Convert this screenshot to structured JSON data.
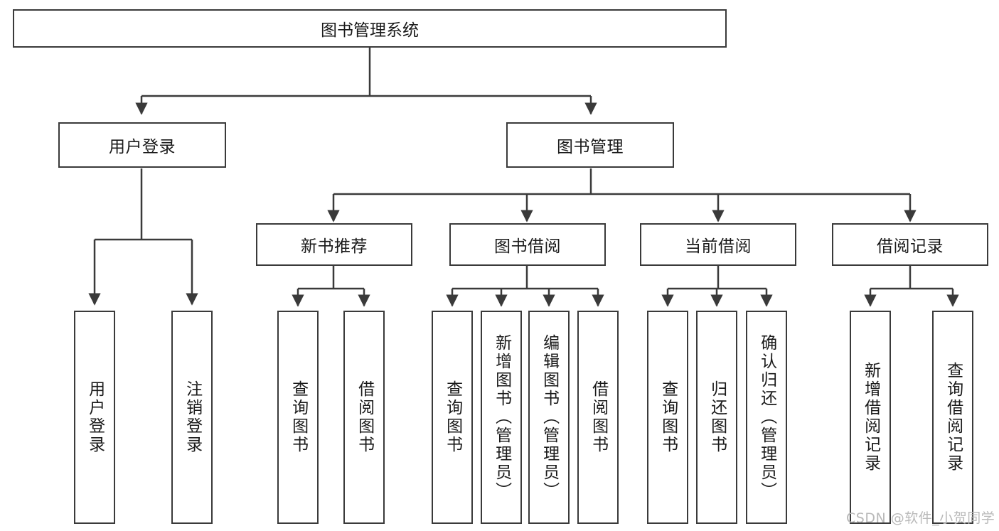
{
  "diagram": {
    "title": "图书管理系统",
    "type": "tree-hierarchy-diagram",
    "colors": {
      "border": "#3a3a3a",
      "background": "#ffffff",
      "text": "#1a1a1a",
      "watermark": "#b9b9b9"
    },
    "root": {
      "label": "图书管理系统"
    },
    "level2": [
      {
        "label": "用户登录"
      },
      {
        "label": "图书管理"
      }
    ],
    "level3": [
      {
        "label": "新书推荐"
      },
      {
        "label": "图书借阅"
      },
      {
        "label": "当前借阅"
      },
      {
        "label": "借阅记录"
      }
    ],
    "leaves": {
      "user_login": [
        {
          "label": "用户登录"
        },
        {
          "label": "注销登录"
        }
      ],
      "new_book_recommend": [
        {
          "label": "查询图书"
        },
        {
          "label": "借阅图书"
        }
      ],
      "book_borrow": [
        {
          "label": "查询图书"
        },
        {
          "label": "新增图书（管理员）"
        },
        {
          "label": "编辑图书（管理员）"
        },
        {
          "label": "借阅图书"
        }
      ],
      "current_borrow": [
        {
          "label": "查询图书"
        },
        {
          "label": "归还图书"
        },
        {
          "label": "确认归还（管理员）"
        }
      ],
      "borrow_record": [
        {
          "label": "新增借阅记录"
        },
        {
          "label": "查询借阅记录"
        }
      ]
    }
  },
  "watermark": {
    "text": "CSDN @软件_小贺同学"
  }
}
